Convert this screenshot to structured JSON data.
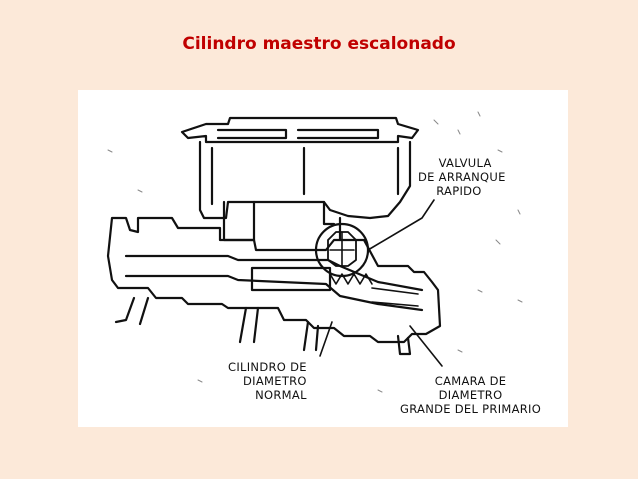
{
  "slide": {
    "title": "Cilindro maestro escalonado"
  },
  "diagram": {
    "labels": {
      "valvula": [
        "VALVULA",
        "DE ARRANQUE",
        "RAPIDO"
      ],
      "cilindro": [
        "CILINDRO DE",
        "DIAMETRO",
        "NORMAL"
      ],
      "camara": [
        "CAMARA DE",
        "DIAMETRO",
        "GRANDE DEL PRIMARIO"
      ]
    }
  },
  "colors": {
    "slide_background": "#fce9d9",
    "title": "#c00000",
    "line_art": "#111111"
  }
}
